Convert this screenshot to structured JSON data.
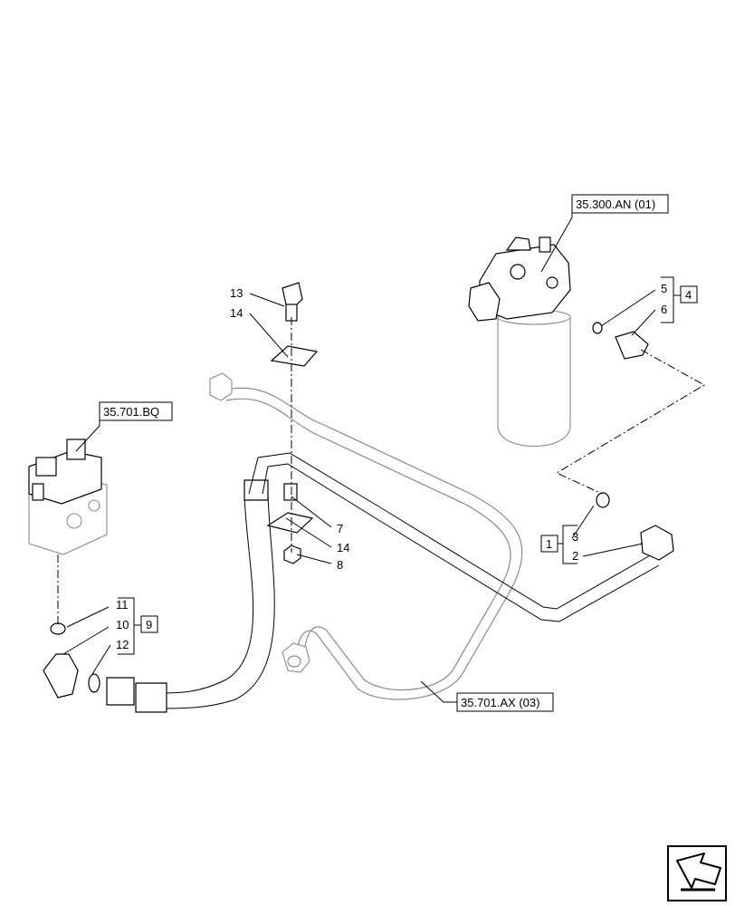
{
  "references": {
    "filter": "35.300.AN (01)",
    "valve": "35.701.BQ",
    "pipe": "35.701.AX (03)"
  },
  "callouts": {
    "n1": "1",
    "n2": "2",
    "n3": "3",
    "n4": "4",
    "n5": "5",
    "n6": "6",
    "n7": "7",
    "n8": "8",
    "n9": "9",
    "n10": "10",
    "n11": "11",
    "n12": "12",
    "n13": "13",
    "n14a": "14",
    "n14b": "14"
  },
  "icons": {
    "navigation": "arrow-previous-page-icon"
  },
  "colors": {
    "line": "#000000",
    "ghost": "#8a8a8a",
    "background": "#ffffff"
  }
}
